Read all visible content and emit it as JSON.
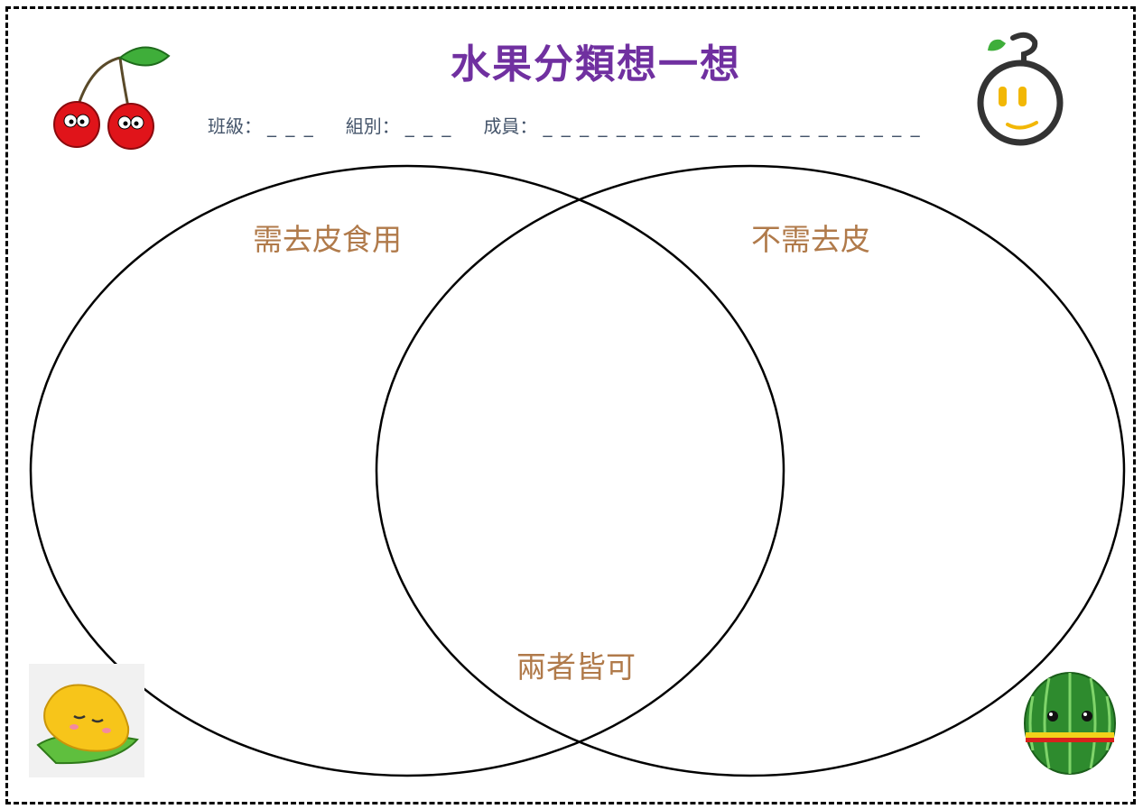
{
  "header": {
    "title": "水果分類想一想",
    "class_label": "班級：",
    "class_blank": "_ _ _",
    "group_label": "組別：",
    "group_blank": "_ _ _",
    "members_label": "成員：",
    "members_blank": "_ _ _ _ _ _ _ _ _ _ _ _ _ _ _ _ _ _ _ _ _"
  },
  "venn": {
    "left_label": "需去皮食用",
    "right_label": "不需去皮",
    "overlap_label": "兩者皆可"
  },
  "decorations": {
    "top_left": "cherry-icon",
    "top_right": "orange-face-icon",
    "bottom_left": "mango-icon",
    "bottom_right": "watermelon-icon"
  },
  "colors": {
    "title": "#7030a0",
    "info_text": "#44546a",
    "region_label": "#b07a4a",
    "outline": "#000000"
  }
}
